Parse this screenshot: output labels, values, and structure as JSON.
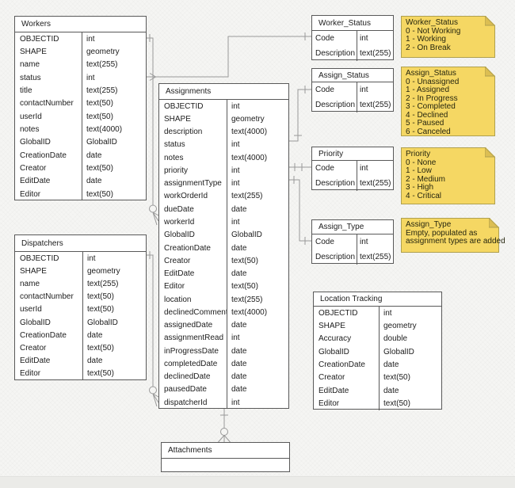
{
  "diagram": {
    "tables": [
      {
        "id": "workers",
        "title": "Workers",
        "rows": [
          [
            "OBJECTID",
            "int"
          ],
          [
            "SHAPE",
            "geometry"
          ],
          [
            "name",
            "text(255)"
          ],
          [
            "status",
            "int"
          ],
          [
            "title",
            "text(255)"
          ],
          [
            "contactNumber",
            "text(50)"
          ],
          [
            "userId",
            "text(50)"
          ],
          [
            "notes",
            "text(4000)"
          ],
          [
            "GlobalID",
            "GlobalID"
          ],
          [
            "CreationDate",
            "date"
          ],
          [
            "Creator",
            "text(50)"
          ],
          [
            "EditDate",
            "date"
          ],
          [
            "Editor",
            "text(50)"
          ]
        ]
      },
      {
        "id": "dispatchers",
        "title": "Dispatchers",
        "rows": [
          [
            "OBJECTID",
            "int"
          ],
          [
            "SHAPE",
            "geometry"
          ],
          [
            "name",
            "text(255)"
          ],
          [
            "contactNumber",
            "text(50)"
          ],
          [
            "userId",
            "text(50)"
          ],
          [
            "GlobalID",
            "GlobalID"
          ],
          [
            "CreationDate",
            "date"
          ],
          [
            "Creator",
            "text(50)"
          ],
          [
            "EditDate",
            "date"
          ],
          [
            "Editor",
            "text(50)"
          ]
        ]
      },
      {
        "id": "assignments",
        "title": "Assignments",
        "rows": [
          [
            "OBJECTID",
            "int"
          ],
          [
            "SHAPE",
            "geometry"
          ],
          [
            "description",
            "text(4000)"
          ],
          [
            "status",
            "int"
          ],
          [
            "notes",
            "text(4000)"
          ],
          [
            "priority",
            "int"
          ],
          [
            "assignmentType",
            "int"
          ],
          [
            "workOrderId",
            "text(255)"
          ],
          [
            "dueDate",
            "date"
          ],
          [
            "workerId",
            "int"
          ],
          [
            "GlobalID",
            "GlobalID"
          ],
          [
            "CreationDate",
            "date"
          ],
          [
            "Creator",
            "text(50)"
          ],
          [
            "EditDate",
            "date"
          ],
          [
            "Editor",
            "text(50)"
          ],
          [
            "location",
            "text(255)"
          ],
          [
            "declinedComment",
            "text(4000)"
          ],
          [
            "assignedDate",
            "date"
          ],
          [
            "assignmentRead",
            "int"
          ],
          [
            "inProgressDate",
            "date"
          ],
          [
            "completedDate",
            "date"
          ],
          [
            "declinedDate",
            "date"
          ],
          [
            "pausedDate",
            "date"
          ],
          [
            "dispatcherId",
            "int"
          ]
        ]
      },
      {
        "id": "worker-status",
        "title": "Worker_Status",
        "rows": [
          [
            "Code",
            "int"
          ],
          [
            "Description",
            "text(255)"
          ]
        ]
      },
      {
        "id": "assign-status",
        "title": "Assign_Status",
        "rows": [
          [
            "Code",
            "int"
          ],
          [
            "Description",
            "text(255)"
          ]
        ]
      },
      {
        "id": "priority",
        "title": "Priority",
        "rows": [
          [
            "Code",
            "int"
          ],
          [
            "Description",
            "text(255)"
          ]
        ]
      },
      {
        "id": "assign-type",
        "title": "Assign_Type",
        "rows": [
          [
            "Code",
            "int"
          ],
          [
            "Description",
            "text(255)"
          ]
        ]
      },
      {
        "id": "location-tracking",
        "title": "Location Tracking",
        "rows": [
          [
            "OBJECTID",
            "int"
          ],
          [
            "SHAPE",
            "geometry"
          ],
          [
            "Accuracy",
            "double"
          ],
          [
            "GlobalID",
            "GlobalID"
          ],
          [
            "CreationDate",
            "date"
          ],
          [
            "Creator",
            "text(50)"
          ],
          [
            "EditDate",
            "date"
          ],
          [
            "Editor",
            "text(50)"
          ]
        ]
      },
      {
        "id": "attachments",
        "title": "Attachments",
        "rows": []
      }
    ],
    "notes": [
      {
        "id": "worker-status-note",
        "title": "Worker_Status",
        "lines": [
          "0 - Not Working",
          "1 - Working",
          "2 - On Break"
        ]
      },
      {
        "id": "assign-status-note",
        "title": "Assign_Status",
        "lines": [
          "0 - Unassigned",
          "1 - Assigned",
          "2 - In Progress",
          "3 - Completed",
          "4 - Declined",
          "5 - Paused",
          "6 - Canceled"
        ]
      },
      {
        "id": "priority-note",
        "title": "Priority",
        "lines": [
          "0 - None",
          "1 - Low",
          "2 - Medium",
          "3 - High",
          "4 - Critical"
        ]
      },
      {
        "id": "assign-type-note",
        "title": "Assign_Type",
        "lines": [
          "Empty, populated as",
          "assignment types are added"
        ]
      }
    ],
    "colors": {
      "note_fill": "#F5D763",
      "note_border": "#AFA04F",
      "note_fold": "#DCBE52",
      "connector": "#999999",
      "table_border": "#595959",
      "table_fill": "#FFFFFF",
      "background": "#F5F5F3"
    }
  }
}
